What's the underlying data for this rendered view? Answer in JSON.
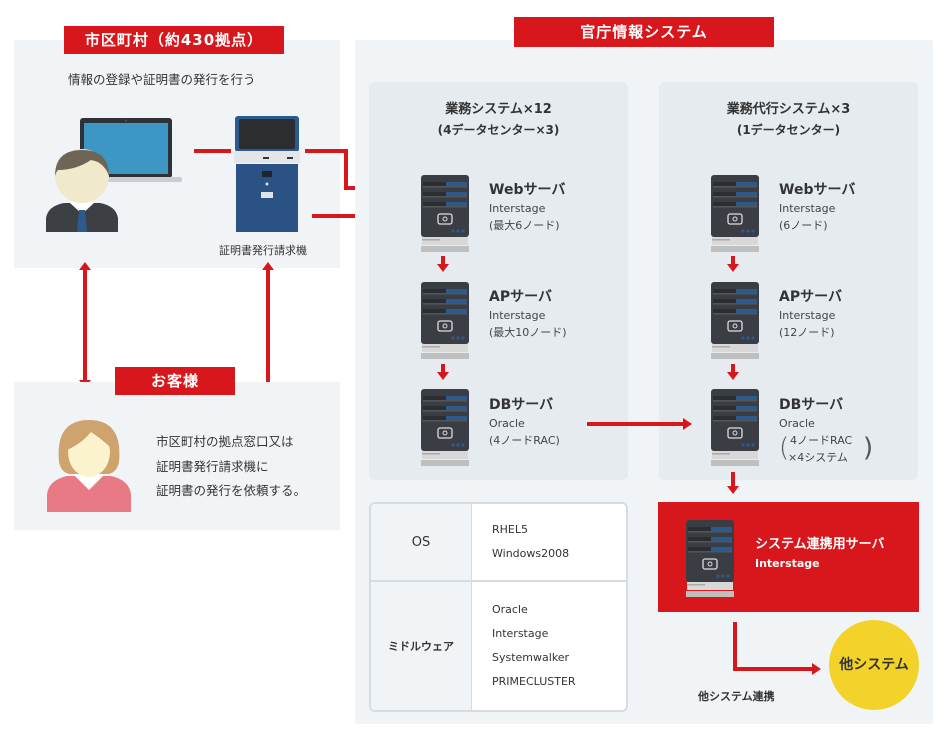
{
  "municipal": {
    "tag": "市区町村（約430拠点）",
    "description": "情報の登録や証明書の発行を行う",
    "kiosk_label": "証明書発行請求機"
  },
  "customer": {
    "tag": "お客様",
    "description_lines": [
      "市区町村の拠点窓口又は",
      "証明書発行請求機に",
      "証明書の発行を依頼する。"
    ]
  },
  "government": {
    "tag": "官庁情報システム",
    "business_system": {
      "title": "業務システム×12",
      "subtitle": "(4データセンター×3)",
      "servers": [
        {
          "name": "Webサーバ",
          "software": "Interstage",
          "note": "(最大6ノード)"
        },
        {
          "name": "APサーバ",
          "software": "Interstage",
          "note": "(最大10ノード)"
        },
        {
          "name": "DBサーバ",
          "software": "Oracle",
          "note": "(4ノードRAC)"
        }
      ]
    },
    "proxy_system": {
      "title": "業務代行システム×3",
      "subtitle": "(1データセンター)",
      "servers": [
        {
          "name": "Webサーバ",
          "software": "Interstage",
          "note": "(6ノード)"
        },
        {
          "name": "APサーバ",
          "software": "Interstage",
          "note": "(12ノード)"
        },
        {
          "name": "DBサーバ",
          "software": "Oracle",
          "note_lines": [
            "4ノードRAC",
            "×4システム"
          ]
        }
      ]
    },
    "integration_server": {
      "name": "システム連携用サーバ",
      "software": "Interstage"
    },
    "spec_table": [
      {
        "key": "OS",
        "values": [
          "RHEL5",
          "Windows2008"
        ]
      },
      {
        "key": "ミドルウェア",
        "values": [
          "Oracle",
          "Interstage",
          "Systemwalker",
          "PRIMECLUSTER"
        ]
      }
    ],
    "other_link_label": "他システム連携",
    "other_system": "他システム"
  },
  "colors": {
    "accent_red": "#d7171b",
    "panel_bg": "#f1f4f7",
    "subpanel_bg": "#e6ebf0",
    "other_system_yellow": "#f3d22a"
  }
}
